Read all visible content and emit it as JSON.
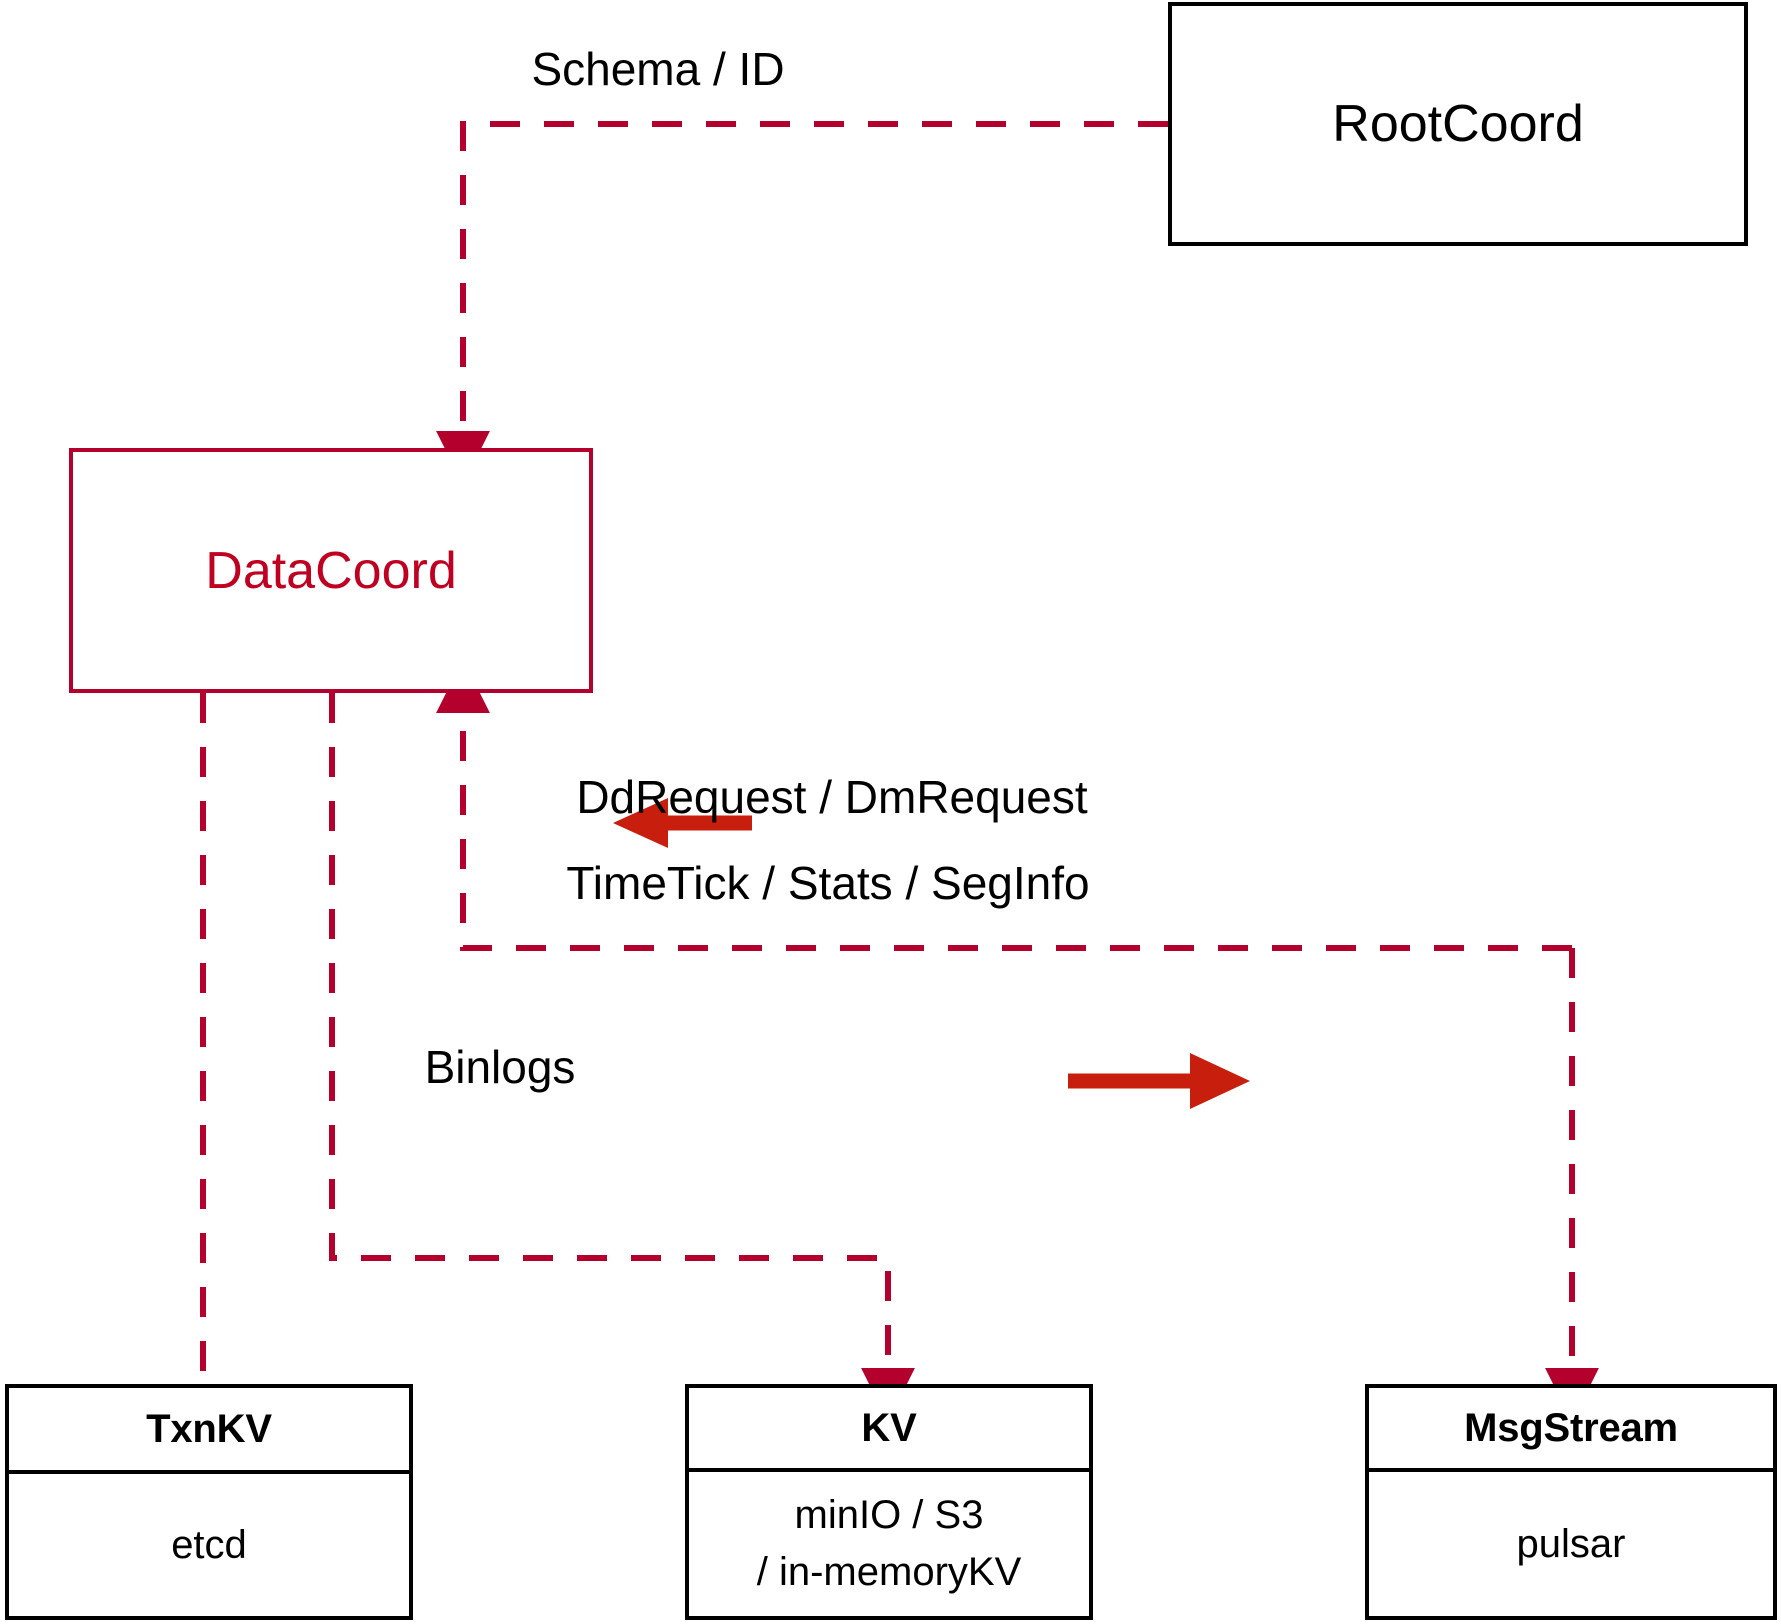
{
  "diagram": {
    "title": "DataCoord component architecture",
    "colors": {
      "accent_red": "#B3002D",
      "arrow_red": "#C81E0E",
      "node_red_text": "#C00020",
      "black": "#000000",
      "background": "#FFFFFF"
    },
    "nodes": [
      {
        "id": "rootcoord",
        "label": "RootCoord",
        "style": "plain-black",
        "sub": null
      },
      {
        "id": "datacoord",
        "label": "DataCoord",
        "style": "plain-red",
        "sub": null
      },
      {
        "id": "txnkv",
        "label": "TxnKV",
        "style": "split-black",
        "sub": [
          "etcd"
        ]
      },
      {
        "id": "kv",
        "label": "KV",
        "style": "split-black",
        "sub": [
          "minIO / S3",
          "/ in-memoryKV"
        ]
      },
      {
        "id": "msgstream",
        "label": "MsgStream",
        "style": "split-black",
        "sub": [
          "pulsar"
        ]
      }
    ],
    "edges": [
      {
        "id": "schema-id",
        "label": "Schema / ID",
        "from": "rootcoord",
        "to": "datacoord",
        "style": "dashed",
        "arrow": "to"
      },
      {
        "id": "ddrequest-dmrequest",
        "label": "DdRequest / DmRequest",
        "from": "msgstream",
        "to": "datacoord",
        "style": "dashed",
        "arrow": "to"
      },
      {
        "id": "timetick-stats-seginfo",
        "label": "TimeTick / Stats / SegInfo",
        "from": "datacoord",
        "to": "msgstream",
        "style": "dashed",
        "arrow": "to"
      },
      {
        "id": "binlogs",
        "label": "Binlogs",
        "from": "datacoord",
        "to": "kv",
        "style": "dashed",
        "arrow": "to"
      },
      {
        "id": "txnkv-link",
        "label": "",
        "from": "datacoord",
        "to": "txnkv",
        "style": "dashed",
        "arrow": "none"
      }
    ],
    "direction_markers": [
      {
        "id": "inbound-marker",
        "direction": "left"
      },
      {
        "id": "outbound-marker",
        "direction": "right"
      }
    ]
  }
}
